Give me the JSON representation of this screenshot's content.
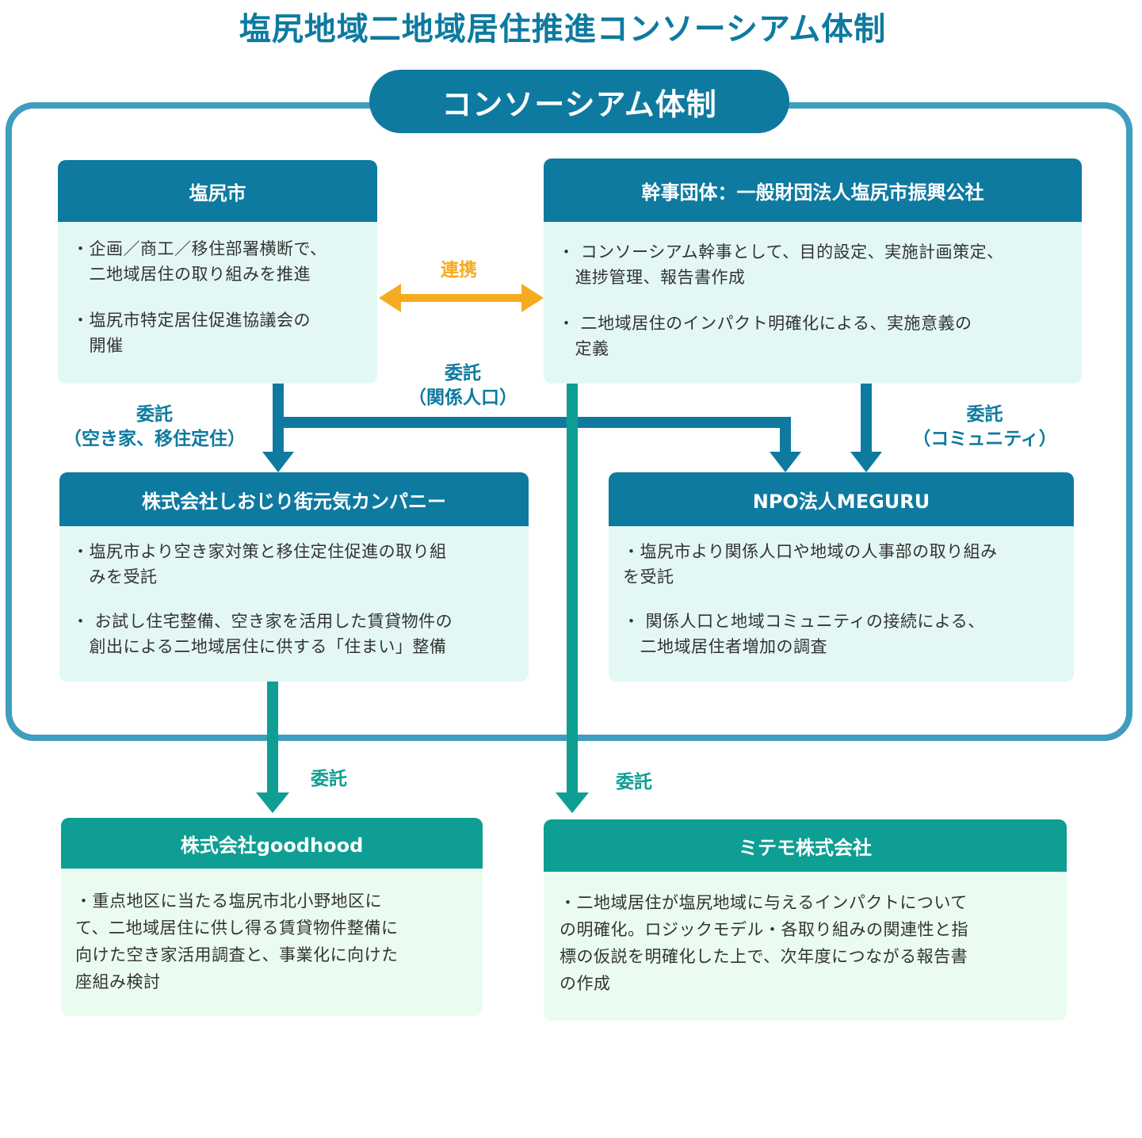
{
  "title": "塩尻地域二地域居住推進コンソーシアム体制",
  "frame_label": "コンソーシアム体制",
  "colors": {
    "blue": "#0e7aa0",
    "teal": "#0e9e93",
    "frame": "#3f9dbd",
    "orange": "#f5ab20"
  },
  "nodes": {
    "city": {
      "title": "塩尻市",
      "bullets": [
        [
          "・企画／商工／移住部署横断で、",
          "　二地域居住の取り組みを推進"
        ],
        [
          "・塩尻市特定居住促進協議会の",
          "　開催"
        ]
      ]
    },
    "secretariat": {
      "title": "幹事団体：一般財団法人塩尻市振興公社",
      "bullets": [
        [
          "・ コンソーシアム幹事として、目的設定、実施計画策定、",
          "　進捗管理、報告書作成"
        ],
        [
          "・ 二地域居住のインパクト明確化による、実施意義の",
          "　定義"
        ]
      ]
    },
    "shiojiri_company": {
      "title": "株式会社しおじり街元気カンパニー",
      "bullets": [
        [
          "・塩尻市より空き家対策と移住定住促進の取り組",
          "　みを受託"
        ],
        [
          "・ お試し住宅整備、空き家を活用した賃貸物件の",
          "　創出による二地域居住に供する「住まい」整備"
        ]
      ]
    },
    "meguru": {
      "title": "NPO法人MEGURU",
      "bullets": [
        [
          "・塩尻市より関係人口や地域の人事部の取り組み",
          "を受託"
        ],
        [
          "・ 関係人口と地域コミュニティの接続による、",
          "　二地域居住者増加の調査"
        ]
      ]
    },
    "goodhood": {
      "title": "株式会社goodhood",
      "bullets": [
        [
          "・重点地区に当たる塩尻市北小野地区に",
          "て、二地域居住に供し得る賃貸物件整備に",
          "向けた空き家活用調査と、事業化に向けた",
          "座組み検討"
        ]
      ]
    },
    "mitemo": {
      "title": "ミテモ株式会社",
      "bullets": [
        [
          "・二地域居住が塩尻地域に与えるインパクトについて",
          "の明確化。ロジックモデル・各取り組みの関連性と指",
          "標の仮説を明確化した上で、次年度につながる報告書",
          "の作成"
        ]
      ]
    }
  },
  "edges": {
    "collab": "連携",
    "to_shiojiri": [
      "委託",
      "（空き家、移住定住）"
    ],
    "to_meguru_city": [
      "委託",
      "（関係人口）"
    ],
    "to_meguru_sec": [
      "委託",
      "（コミュニティ）"
    ],
    "to_goodhood": "委託",
    "to_mitemo": "委託"
  }
}
